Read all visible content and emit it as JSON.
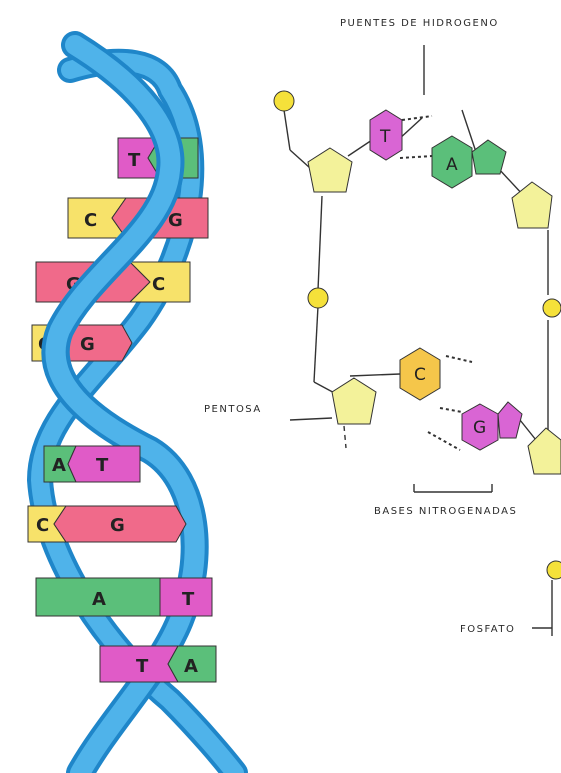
{
  "labels": {
    "hydrogen_bonds": "PUENTES DE HIDROGENO",
    "pentose": "PENTOSA",
    "nitrogen_bases": "BASES NITROGENADAS",
    "phosphate": "FOSFATO"
  },
  "helix_rungs": [
    {
      "left": "T",
      "right": "A"
    },
    {
      "left": "C",
      "right": "G"
    },
    {
      "left": "G",
      "right": "C"
    },
    {
      "left": "C",
      "right": "G"
    },
    {
      "left": "A",
      "right": "T"
    },
    {
      "left": "C",
      "right": "G"
    },
    {
      "left": "A",
      "right": "T"
    },
    {
      "left": "T",
      "right": "A"
    }
  ],
  "detail_bases": {
    "top_left": "T",
    "top_right": "A",
    "bottom_left": "C",
    "bottom_right": "G"
  },
  "colors": {
    "backbone": "#2a9bdc",
    "A": "#5bbf7a",
    "T": "#e05bc7",
    "G": "#f06a8a",
    "C": "#f7e26a",
    "pentose": "#f3f29a",
    "phosphate": "#f5e13a",
    "purple_T": "#d965d4"
  }
}
